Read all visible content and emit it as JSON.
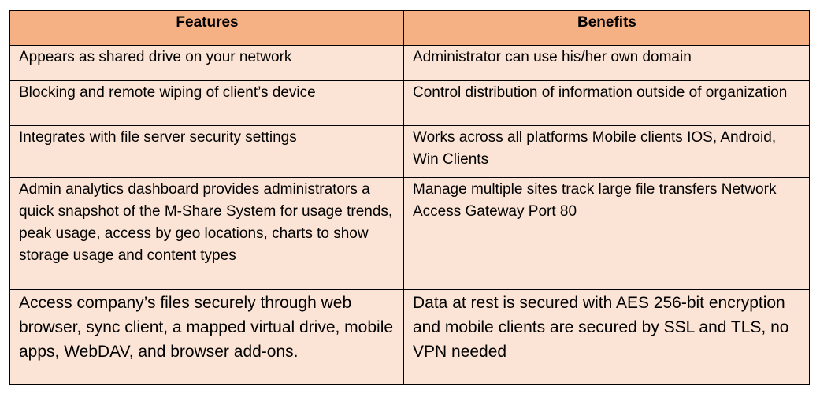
{
  "colors": {
    "header_bg": "#f5b183",
    "row_bg": "#fbe4d5",
    "border": "#000000"
  },
  "table": {
    "headers": [
      "Features",
      "Benefits"
    ],
    "rows": [
      [
        "Appears as shared drive on your network",
        "Administrator can use his/her own domain"
      ],
      [
        "Blocking and remote wiping of client’s device",
        "Control distribution of information outside of organization"
      ],
      [
        "Integrates with file server security settings",
        "Works across all platforms Mobile clients IOS, Android, Win Clients"
      ],
      [
        "Admin analytics dashboard provides administrators a quick snapshot of the M-Share System for  usage trends, peak usage, access by geo locations, charts to show storage usage and content types",
        "Manage multiple sites track large file transfers Network Access Gateway Port 80"
      ],
      [
        "Access company’s files securely through web browser, sync client, a mapped virtual drive, mobile apps, WebDAV, and browser add-ons.",
        "Data at rest is secured with AES 256-bit encryption and mobile clients are secured by SSL and TLS, no VPN needed"
      ]
    ]
  }
}
